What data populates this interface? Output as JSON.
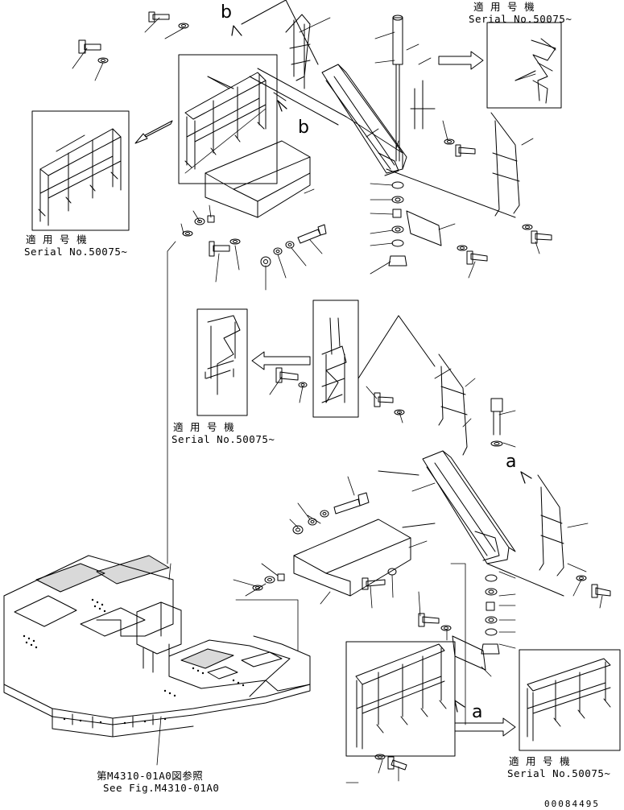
{
  "applicable_note": {
    "jp": "適 用 号 機",
    "serial": "Serial No.50075~"
  },
  "callouts": {
    "a": "a",
    "b": "b"
  },
  "reference": {
    "jp": "第M4310-01A0図参照",
    "en": "See Fig.M4310-01A0"
  },
  "doc_number": "00084495"
}
